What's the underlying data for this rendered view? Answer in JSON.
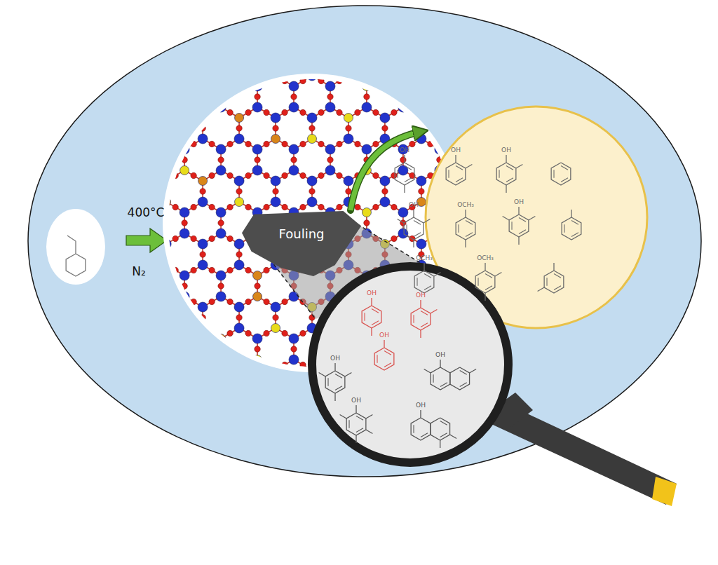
{
  "diagram": {
    "nodes": [
      {
        "text": [
          "Fouling"
        ]
      }
    ],
    "labels": [
      "400°C",
      "N₂",
      "OH",
      "OH",
      "OH",
      "OH",
      "OCH₃",
      "OH",
      "OCH₃",
      "OCH₃",
      "OH",
      "OH",
      "OH",
      "OH",
      "OH",
      "OH",
      "OH"
    ]
  }
}
